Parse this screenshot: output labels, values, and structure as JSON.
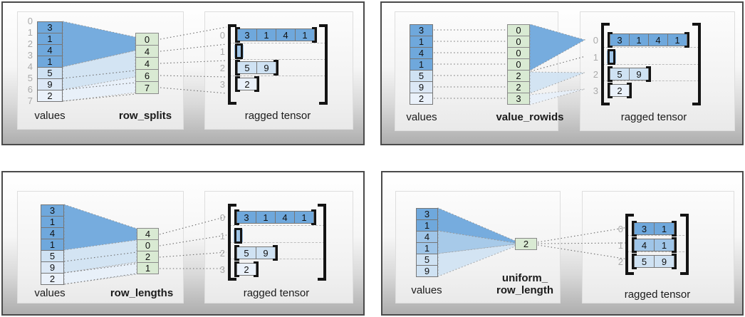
{
  "quadrants": {
    "row_splits": {
      "values_label": "values",
      "method_label": "row_splits",
      "ragged_label": "ragged tensor",
      "value_indices": [
        "0",
        "1",
        "2",
        "3",
        "4",
        "5",
        "6",
        "7"
      ],
      "values": [
        "3",
        "1",
        "4",
        "1",
        "5",
        "9",
        "2"
      ],
      "method_cells": [
        "0",
        "4",
        "4",
        "6",
        "7"
      ],
      "ragged": {
        "row_indices": [
          "0",
          "1",
          "2",
          "3"
        ],
        "rows": [
          [
            "3",
            "1",
            "4",
            "1"
          ],
          [],
          [
            "5",
            "9"
          ],
          [
            "2"
          ]
        ]
      }
    },
    "value_rowids": {
      "values_label": "values",
      "method_label": "value_rowids",
      "ragged_label": "ragged tensor",
      "values": [
        "3",
        "1",
        "4",
        "1",
        "5",
        "9",
        "2"
      ],
      "method_cells": [
        "0",
        "0",
        "0",
        "0",
        "2",
        "2",
        "3"
      ],
      "ragged": {
        "row_indices": [
          "0",
          "1",
          "2",
          "3"
        ],
        "rows": [
          [
            "3",
            "1",
            "4",
            "1"
          ],
          [],
          [
            "5",
            "9"
          ],
          [
            "2"
          ]
        ]
      }
    },
    "row_lengths": {
      "values_label": "values",
      "method_label": "row_lengths",
      "ragged_label": "ragged tensor",
      "values": [
        "3",
        "1",
        "4",
        "1",
        "5",
        "9",
        "2"
      ],
      "method_cells": [
        "4",
        "0",
        "2",
        "1"
      ],
      "ragged": {
        "row_indices": [
          "0",
          "1",
          "2",
          "3"
        ],
        "rows": [
          [
            "3",
            "1",
            "4",
            "1"
          ],
          [],
          [
            "5",
            "9"
          ],
          [
            "2"
          ]
        ]
      }
    },
    "uniform_row_length": {
      "values_label": "values",
      "method_label_line1": "uniform_",
      "method_label_line2": "row_length",
      "ragged_label": "ragged tensor",
      "values": [
        "3",
        "1",
        "4",
        "1",
        "5",
        "9"
      ],
      "method_cells": [
        "2"
      ],
      "ragged": {
        "row_indices": [
          "0",
          "1",
          "2"
        ],
        "rows": [
          [
            "3",
            "1"
          ],
          [
            "4",
            "1"
          ],
          [
            "5",
            "9"
          ]
        ]
      }
    }
  },
  "colors": {
    "dark_blue": "#6fa8dc",
    "medium_blue": "#9fc5e8",
    "light_blue": "#cfe2f3",
    "lightest_blue": "#eaf1fa",
    "green": "#d9ead3"
  }
}
